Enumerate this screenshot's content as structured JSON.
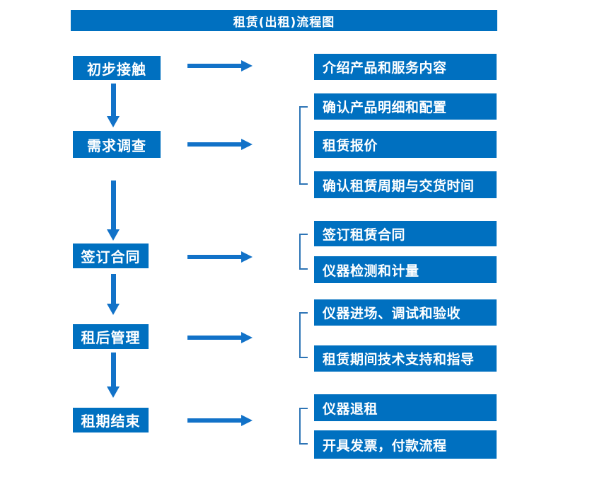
{
  "title": "租赁(出租)流程图",
  "colors": {
    "accent": "#0070C0",
    "arrow": "#1272C8",
    "bracket": "#2E75B6",
    "text_on_accent": "#FFFFFF",
    "background": "#FFFFFF"
  },
  "stages": [
    {
      "label": "初步接触",
      "details": [
        "介绍产品和服务内容"
      ]
    },
    {
      "label": "需求调查",
      "details": [
        "确认产品明细和配置",
        "租赁报价",
        "确认租赁周期与交货时间"
      ]
    },
    {
      "label": "签订合同",
      "details": [
        "签订租赁合同",
        "仪器检测和计量"
      ]
    },
    {
      "label": "租后管理",
      "details": [
        "仪器进场、调试和验收",
        "租赁期间技术支持和指导"
      ]
    },
    {
      "label": "租期结束",
      "details": [
        "仪器退租",
        "开具发票，付款流程"
      ]
    }
  ]
}
